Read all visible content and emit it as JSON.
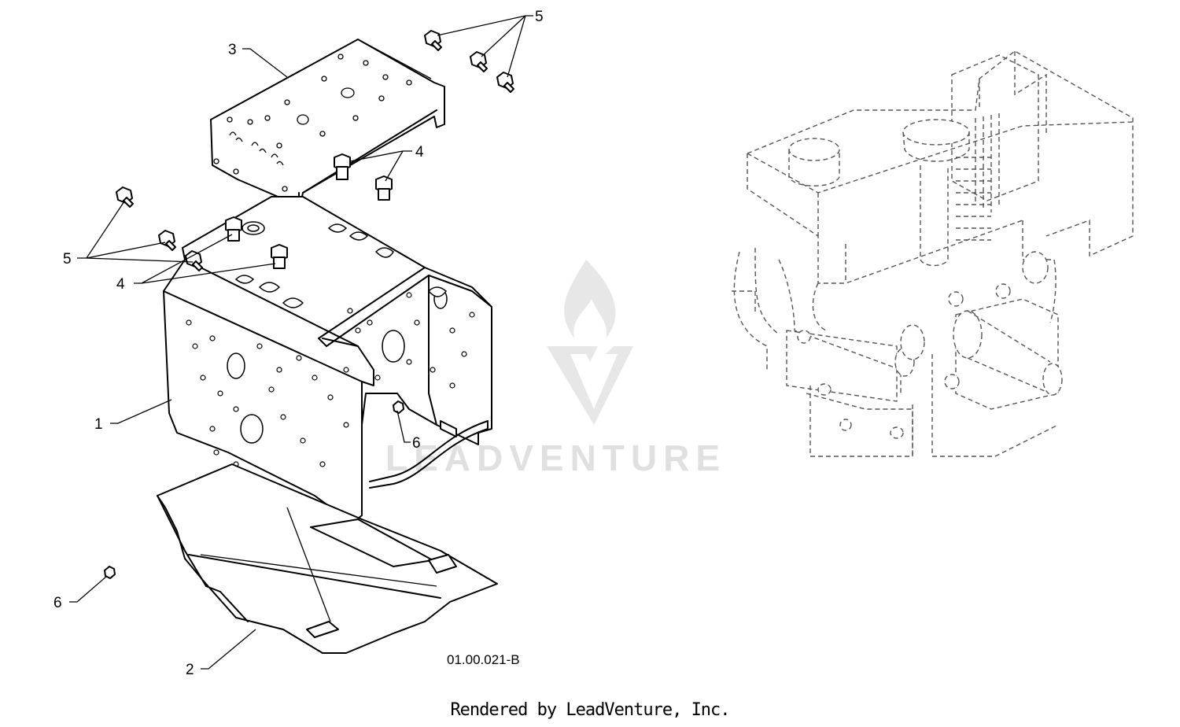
{
  "diagram": {
    "figure_code": "01.00.021-B",
    "watermark": "LEADVENTURE",
    "callouts": [
      {
        "id": "c1",
        "label": "1"
      },
      {
        "id": "c2",
        "label": "2"
      },
      {
        "id": "c3",
        "label": "3"
      },
      {
        "id": "c4a",
        "label": "4"
      },
      {
        "id": "c4b",
        "label": "4"
      },
      {
        "id": "c5a",
        "label": "5"
      },
      {
        "id": "c5b",
        "label": "5"
      },
      {
        "id": "c6a",
        "label": "6"
      },
      {
        "id": "c6b",
        "label": "6"
      }
    ]
  },
  "footer": {
    "rendered_by": "Rendered by LeadVenture, Inc."
  }
}
